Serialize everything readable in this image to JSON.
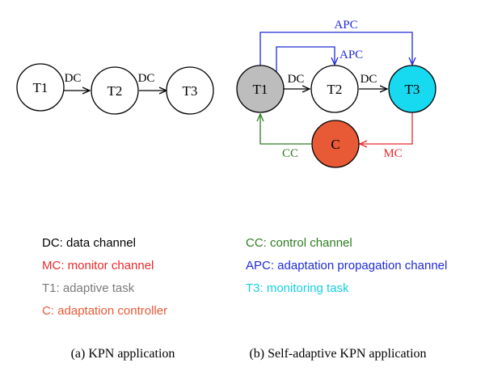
{
  "colors": {
    "black": "#000000",
    "red": "#e8292d",
    "gray": "#7a7a7a",
    "orange": "#e85a35",
    "green": "#2e7d20",
    "blue": "#1f2bd6",
    "cyan": "#16cfe6",
    "t1_fill": "#bdbdbd",
    "t3_fill": "#17d9ef",
    "c_fill": "#e85a35"
  },
  "diagram_a": {
    "nodes": {
      "t1": "T1",
      "t2": "T2",
      "t3": "T3"
    },
    "edges": {
      "dc1": "DC",
      "dc2": "DC"
    },
    "caption": "(a) KPN application"
  },
  "diagram_b": {
    "nodes": {
      "t1": "T1",
      "t2": "T2",
      "t3": "T3",
      "c": "C"
    },
    "edges": {
      "dc1": "DC",
      "dc2": "DC",
      "apc_top": "APC",
      "apc_inner": "APC",
      "mc": "MC",
      "cc": "CC"
    },
    "caption": "(b) Self-adaptive KPN application"
  },
  "legend": {
    "left": [
      {
        "text": "DC: data channel",
        "color": "black"
      },
      {
        "text": "MC: monitor channel",
        "color": "red"
      },
      {
        "text": "T1: adaptive task",
        "color": "gray"
      },
      {
        "text": "C: adaptation controller",
        "color": "orange"
      }
    ],
    "right": [
      {
        "text": "CC: control channel",
        "color": "green"
      },
      {
        "text": "APC: adaptation propagation channel",
        "color": "blue"
      },
      {
        "text": "T3: monitoring task",
        "color": "cyan"
      }
    ]
  }
}
